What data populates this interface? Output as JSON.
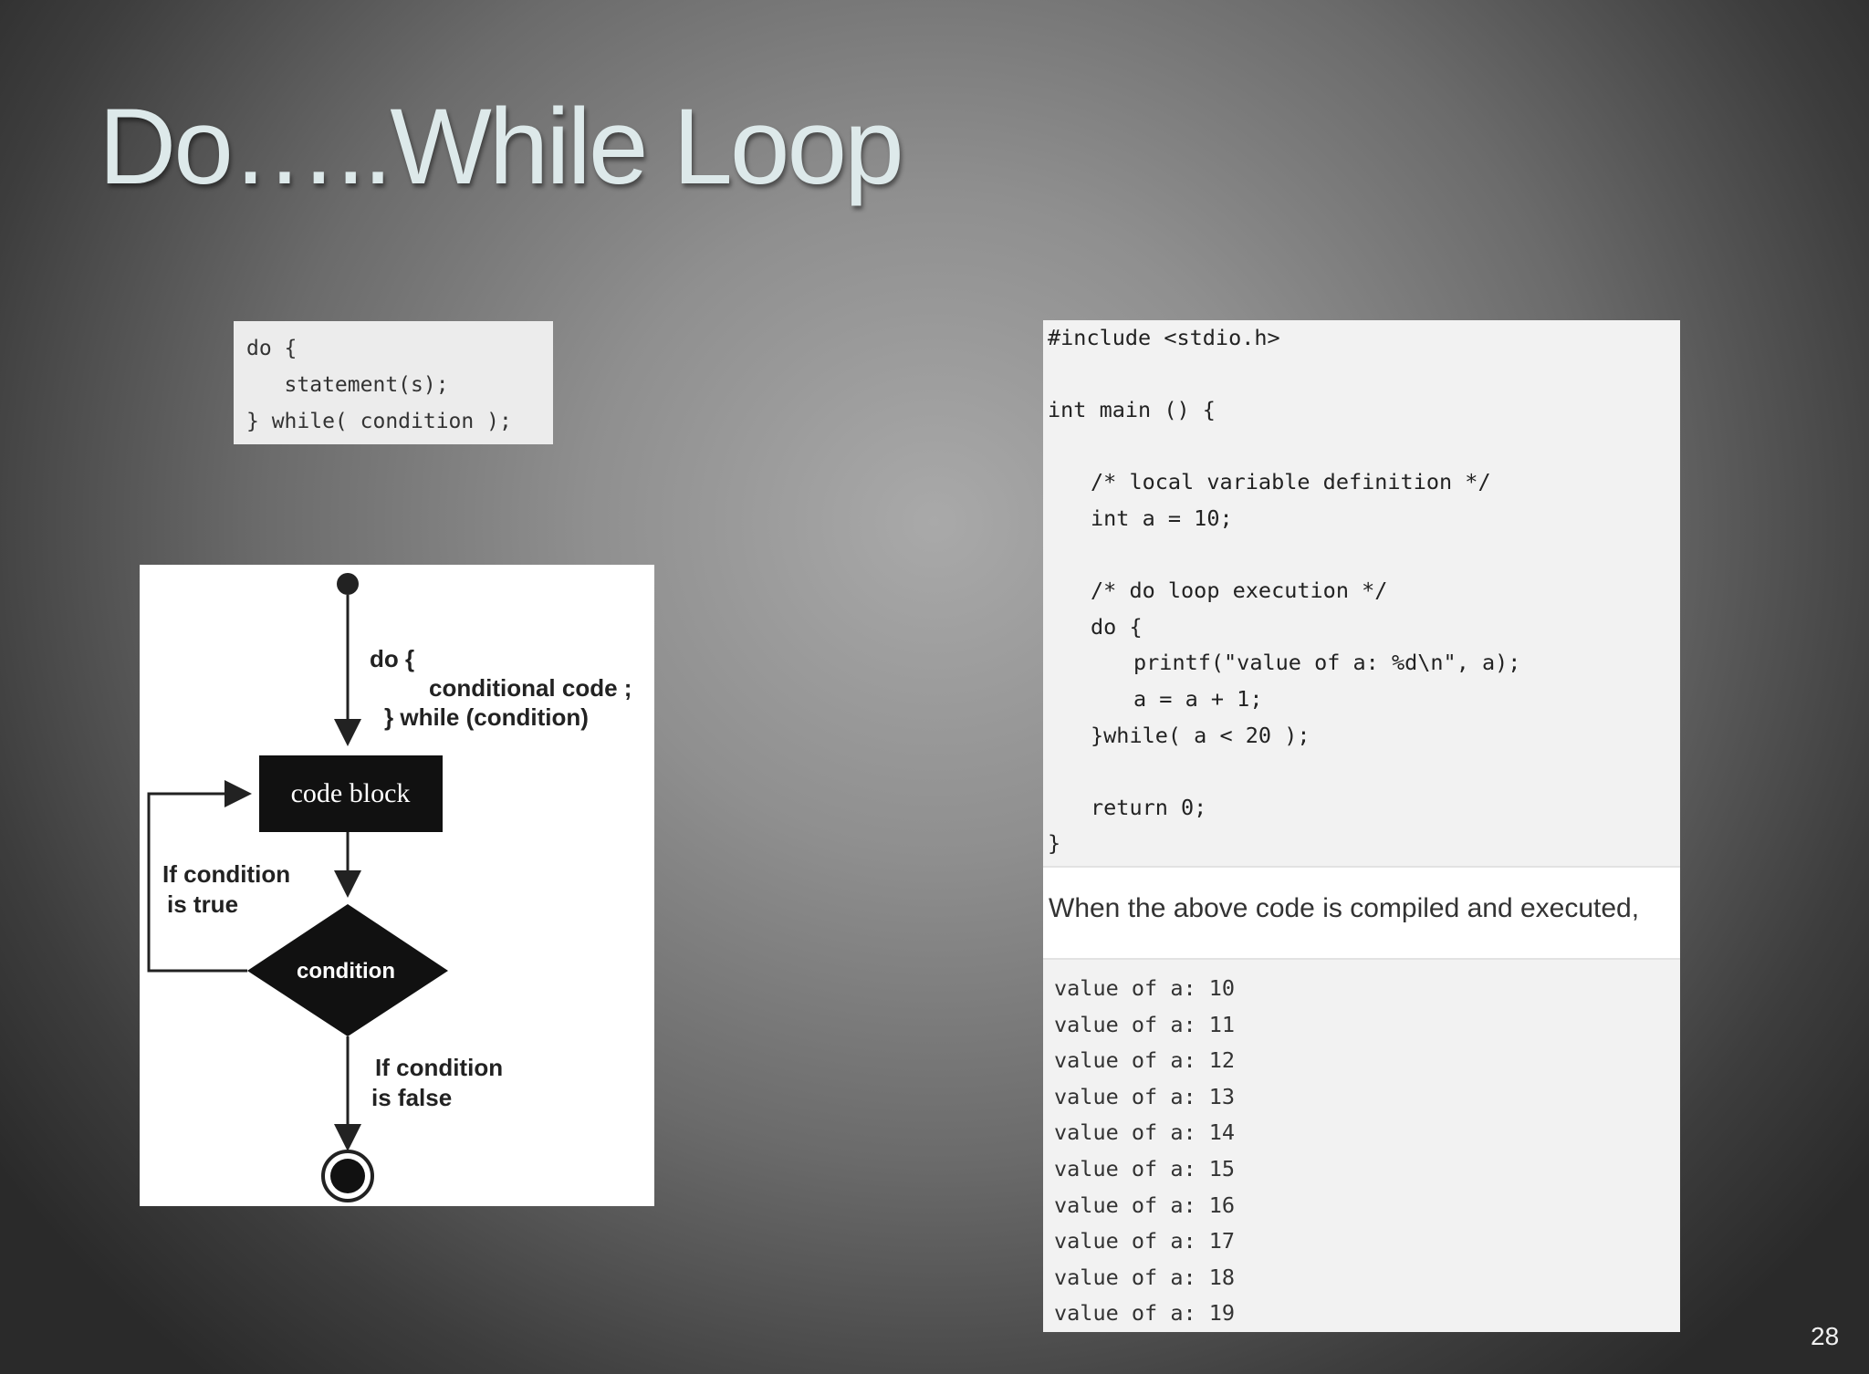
{
  "slide": {
    "title": "Do…..While Loop",
    "page_number": "28"
  },
  "syntax": {
    "lines": [
      "do {",
      "   statement(s);",
      "} while( condition );"
    ]
  },
  "flowchart": {
    "do_label": "do {",
    "conditional_code_label": "conditional code ;",
    "while_label": "} while (condition)",
    "code_block_label": "code block",
    "true_label_1": "If condition",
    "true_label_2": "is true",
    "condition_label": "condition",
    "false_label_1": "If condition",
    "false_label_2": "is false"
  },
  "code": {
    "include": "#include <stdio.h>",
    "main_sig": "int main () {",
    "comment_local": "/* local variable definition */",
    "decl_a": "int a = 10;",
    "comment_do": "/* do loop execution */",
    "do_open": "do {",
    "printf_line": "printf(\"value of a: %d\\n\", a);",
    "increment": "a = a + 1;",
    "while_close": "}while( a < 20 );",
    "return_line": "return 0;",
    "close_brace": "}"
  },
  "note": "When the above code is compiled and executed,",
  "output": [
    "value of a: 10",
    "value of a: 11",
    "value of a: 12",
    "value of a: 13",
    "value of a: 14",
    "value of a: 15",
    "value of a: 16",
    "value of a: 17",
    "value of a: 18",
    "value of a: 19"
  ]
}
